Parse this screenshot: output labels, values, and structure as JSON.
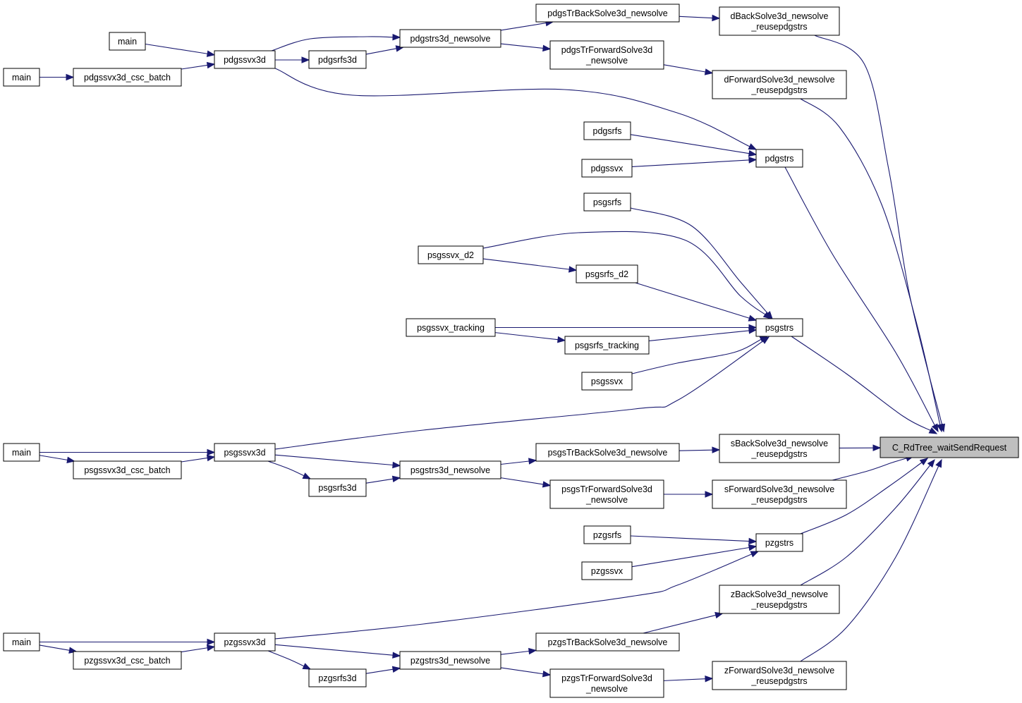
{
  "graph": {
    "colors": {
      "edge": "#191970",
      "node_border": "#000000",
      "node_fill": "#ffffff",
      "root_fill": "#bfbfbf"
    },
    "nodes": [
      {
        "id": "root",
        "label": [
          "C_RdTree_waitSendRequest"
        ],
        "root": true
      },
      {
        "id": "dBack",
        "label": [
          "dBackSolve3d_newsolve",
          "_reusepdgstrs"
        ]
      },
      {
        "id": "dFwd",
        "label": [
          "dForwardSolve3d_newsolve",
          "_reusepdgstrs"
        ]
      },
      {
        "id": "pdgstrs",
        "label": [
          "pdgstrs"
        ]
      },
      {
        "id": "psgstrs",
        "label": [
          "psgstrs"
        ]
      },
      {
        "id": "sBack",
        "label": [
          "sBackSolve3d_newsolve",
          "_reusepdgstrs"
        ]
      },
      {
        "id": "sFwd",
        "label": [
          "sForwardSolve3d_newsolve",
          "_reusepdgstrs"
        ]
      },
      {
        "id": "pzgstrs",
        "label": [
          "pzgstrs"
        ]
      },
      {
        "id": "zBack",
        "label": [
          "zBackSolve3d_newsolve",
          "_reusepdgstrs"
        ]
      },
      {
        "id": "zFwd",
        "label": [
          "zForwardSolve3d_newsolve",
          "_reusepdgstrs"
        ]
      },
      {
        "id": "pdgsTrBack",
        "label": [
          "pdgsTrBackSolve3d_newsolve"
        ]
      },
      {
        "id": "pdgsTrFwd",
        "label": [
          "pdgsTrForwardSolve3d",
          "_newsolve"
        ]
      },
      {
        "id": "psgsTrBack",
        "label": [
          "psgsTrBackSolve3d_newsolve"
        ]
      },
      {
        "id": "psgsTrFwd",
        "label": [
          "psgsTrForwardSolve3d",
          "_newsolve"
        ]
      },
      {
        "id": "pzgsTrBack",
        "label": [
          "pzgsTrBackSolve3d_newsolve"
        ]
      },
      {
        "id": "pzgsTrFwd",
        "label": [
          "pzgsTrForwardSolve3d",
          "_newsolve"
        ]
      },
      {
        "id": "pdgstrs3d",
        "label": [
          "pdgstrs3d_newsolve"
        ]
      },
      {
        "id": "psgstrs3d",
        "label": [
          "psgstrs3d_newsolve"
        ]
      },
      {
        "id": "pzgstrs3d",
        "label": [
          "pzgstrs3d_newsolve"
        ]
      },
      {
        "id": "pdgssvx3d",
        "label": [
          "pdgssvx3d"
        ]
      },
      {
        "id": "pdgsrfs3d",
        "label": [
          "pdgsrfs3d"
        ]
      },
      {
        "id": "psgssvx3d",
        "label": [
          "psgssvx3d"
        ]
      },
      {
        "id": "psgsrfs3d",
        "label": [
          "psgsrfs3d"
        ]
      },
      {
        "id": "pzgssvx3d",
        "label": [
          "pzgssvx3d"
        ]
      },
      {
        "id": "pzgsrfs3d",
        "label": [
          "pzgsrfs3d"
        ]
      },
      {
        "id": "pdgsrfs",
        "label": [
          "pdgsrfs"
        ]
      },
      {
        "id": "pdgssvx",
        "label": [
          "pdgssvx"
        ]
      },
      {
        "id": "psgsrfs",
        "label": [
          "psgsrfs"
        ]
      },
      {
        "id": "psgssvx_d2",
        "label": [
          "psgssvx_d2"
        ]
      },
      {
        "id": "psgsrfs_d2",
        "label": [
          "psgsrfs_d2"
        ]
      },
      {
        "id": "psgssvx_tracking",
        "label": [
          "psgssvx_tracking"
        ]
      },
      {
        "id": "psgsrfs_tracking",
        "label": [
          "psgsrfs_tracking"
        ]
      },
      {
        "id": "psgssvx",
        "label": [
          "psgssvx"
        ]
      },
      {
        "id": "pzgsrfs",
        "label": [
          "pzgsrfs"
        ]
      },
      {
        "id": "pzgssvx",
        "label": [
          "pzgssvx"
        ]
      },
      {
        "id": "main_d1",
        "label": [
          "main"
        ]
      },
      {
        "id": "main_d2",
        "label": [
          "main"
        ]
      },
      {
        "id": "pdgssvx3d_csc",
        "label": [
          "pdgssvx3d_csc_batch"
        ]
      },
      {
        "id": "main_s",
        "label": [
          "main"
        ]
      },
      {
        "id": "psgssvx3d_csc",
        "label": [
          "psgssvx3d_csc_batch"
        ]
      },
      {
        "id": "main_z",
        "label": [
          "main"
        ]
      },
      {
        "id": "pzgssvx3d_csc",
        "label": [
          "pzgssvx3d_csc_batch"
        ]
      }
    ],
    "edges": [
      [
        "dBack",
        "root"
      ],
      [
        "dFwd",
        "root"
      ],
      [
        "pdgstrs",
        "root"
      ],
      [
        "psgstrs",
        "root"
      ],
      [
        "sBack",
        "root"
      ],
      [
        "sFwd",
        "root"
      ],
      [
        "pzgstrs",
        "root"
      ],
      [
        "zBack",
        "root"
      ],
      [
        "zFwd",
        "root"
      ],
      [
        "pdgsTrBack",
        "dBack"
      ],
      [
        "pdgsTrFwd",
        "dFwd"
      ],
      [
        "pdgstrs3d",
        "pdgsTrBack"
      ],
      [
        "pdgstrs3d",
        "pdgsTrFwd"
      ],
      [
        "pdgssvx3d",
        "pdgstrs3d"
      ],
      [
        "pdgssvx3d",
        "pdgsrfs3d"
      ],
      [
        "pdgsrfs3d",
        "pdgstrs3d"
      ],
      [
        "main_d1",
        "pdgssvx3d"
      ],
      [
        "pdgssvx3d_csc",
        "pdgssvx3d"
      ],
      [
        "main_d2",
        "pdgssvx3d_csc"
      ],
      [
        "pdgssvx3d",
        "pdgstrs"
      ],
      [
        "pdgsrfs",
        "pdgstrs"
      ],
      [
        "pdgssvx",
        "pdgstrs"
      ],
      [
        "psgsrfs",
        "psgstrs"
      ],
      [
        "psgssvx_d2",
        "psgstrs"
      ],
      [
        "psgssvx_d2",
        "psgsrfs_d2"
      ],
      [
        "psgsrfs_d2",
        "psgstrs"
      ],
      [
        "psgssvx_tracking",
        "psgstrs"
      ],
      [
        "psgssvx_tracking",
        "psgsrfs_tracking"
      ],
      [
        "psgsrfs_tracking",
        "psgstrs"
      ],
      [
        "psgssvx",
        "psgstrs"
      ],
      [
        "psgssvx3d",
        "psgstrs"
      ],
      [
        "psgsTrBack",
        "sBack"
      ],
      [
        "psgsTrFwd",
        "sFwd"
      ],
      [
        "psgstrs3d",
        "psgsTrBack"
      ],
      [
        "psgstrs3d",
        "psgsTrFwd"
      ],
      [
        "psgssvx3d",
        "psgstrs3d"
      ],
      [
        "psgssvx3d",
        "psgsrfs3d"
      ],
      [
        "psgsrfs3d",
        "psgstrs3d"
      ],
      [
        "main_s",
        "psgssvx3d"
      ],
      [
        "main_s",
        "psgssvx3d_csc"
      ],
      [
        "psgssvx3d_csc",
        "psgssvx3d"
      ],
      [
        "pzgsrfs",
        "pzgstrs"
      ],
      [
        "pzgssvx",
        "pzgstrs"
      ],
      [
        "pzgssvx3d",
        "pzgstrs"
      ],
      [
        "pzgsTrBack",
        "zBack"
      ],
      [
        "pzgsTrFwd",
        "zFwd"
      ],
      [
        "pzgstrs3d",
        "pzgsTrBack"
      ],
      [
        "pzgstrs3d",
        "pzgsTrFwd"
      ],
      [
        "pzgssvx3d",
        "pzgstrs3d"
      ],
      [
        "pzgssvx3d",
        "pzgsrfs3d"
      ],
      [
        "pzgsrfs3d",
        "pzgstrs3d"
      ],
      [
        "main_z",
        "pzgssvx3d"
      ],
      [
        "main_z",
        "pzgssvx3d_csc"
      ],
      [
        "pzgssvx3d_csc",
        "pzgssvx3d"
      ]
    ]
  }
}
